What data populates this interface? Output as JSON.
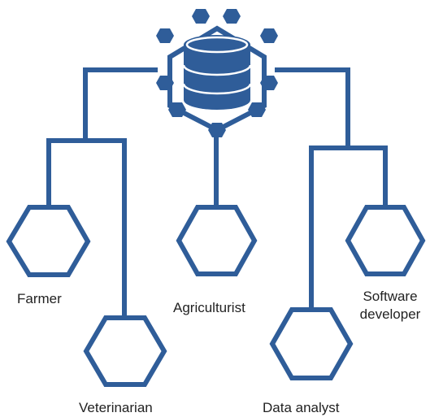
{
  "colors": {
    "accent": "#2F5D99",
    "text": "#222222",
    "background": "#FFFFFF"
  },
  "hub": {
    "icon": "database-icon"
  },
  "roles": [
    {
      "id": "farmer",
      "label": "Farmer"
    },
    {
      "id": "veterinarian",
      "label": "Veterinarian"
    },
    {
      "id": "agriculturist",
      "label": "Agriculturist"
    },
    {
      "id": "data-analyst",
      "label": "Data analyst"
    },
    {
      "id": "software-developer",
      "label": "Software developer"
    }
  ]
}
